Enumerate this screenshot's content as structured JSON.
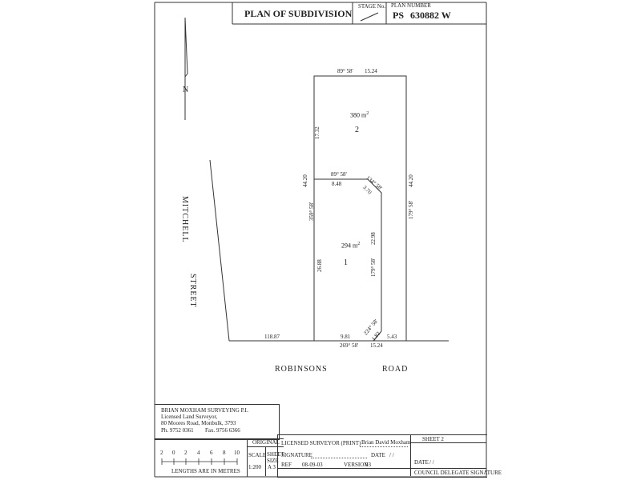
{
  "header": {
    "title": "PLAN OF SUBDIVISION",
    "stage_label": "STAGE No.",
    "plan_number_label": "PLAN NUMBER",
    "plan_prefix": "PS",
    "plan_number": "630882 W"
  },
  "north_label": "N",
  "streets": {
    "mitchell": "MITCHELL",
    "street": "STREET",
    "robinsons": "ROBINSONS",
    "road": "ROAD"
  },
  "lots": {
    "lot2": {
      "number": "2",
      "area": "380 m",
      "area_sup": "2"
    },
    "lot1": {
      "number": "1",
      "area": "294 m",
      "area_sup": "2"
    }
  },
  "dimensions": {
    "top_bearing": "89° 58'",
    "top_length": "15.24",
    "left_upper": "17.32",
    "left_total": "44.20",
    "left_bearing": "359° 58'",
    "left_lower": "26.88",
    "right_total": "44.20",
    "right_bearing": "179° 58'",
    "internal_bearing": "89° 58'",
    "internal_length": "8.48",
    "chamfer_top_bearing": "134° 58'",
    "chamfer_top_length": "3.70",
    "inner_right_length": "22.98",
    "inner_right_bearing": "179° 58'",
    "chamfer_bottom_bearing": "224° 58'",
    "chamfer_bottom_length": "1.82",
    "road_left": "118.87",
    "bottom_left_length": "9.81",
    "bottom_right_length": "5.43",
    "bottom_bearing": "269° 58'",
    "bottom_length": "15.24"
  },
  "surveyor_box": {
    "firm": "BRIAN MOXHAM SURVEYING P.L",
    "role": "Licensed Land Surveyor,",
    "address": "80 Moores Road, Monbulk, 3793",
    "phone": "Ph. 9752 0361",
    "fax": "Fax. 9756 6366"
  },
  "scale_bar": {
    "ticks": [
      "2",
      "0",
      "2",
      "4",
      "6",
      "8",
      "10"
    ],
    "caption": "LENGTHS ARE IN METRES"
  },
  "scale_box": {
    "original": "ORIGINAL",
    "scale_label": "SCALE",
    "scale_value": "1:200",
    "sheet_size_label": "SHEET SIZE",
    "sheet_size_value": "A 3"
  },
  "certification": {
    "licensed_label": "LICENSED SURVEYOR (PRINT)",
    "licensed_name": "Brian David Moxham",
    "signature_label": "SIGNATURE",
    "date_label": "DATE",
    "date_value": "/     /",
    "ref_label": "REF",
    "ref_value": "08-09-03",
    "version_label": "VERSION",
    "version_value": "03",
    "sheet_label": "SHEET 2",
    "right_date_label": "DATE",
    "right_date_value": "/     /",
    "council_label": "COUNCIL DELEGATE SIGNATURE"
  }
}
